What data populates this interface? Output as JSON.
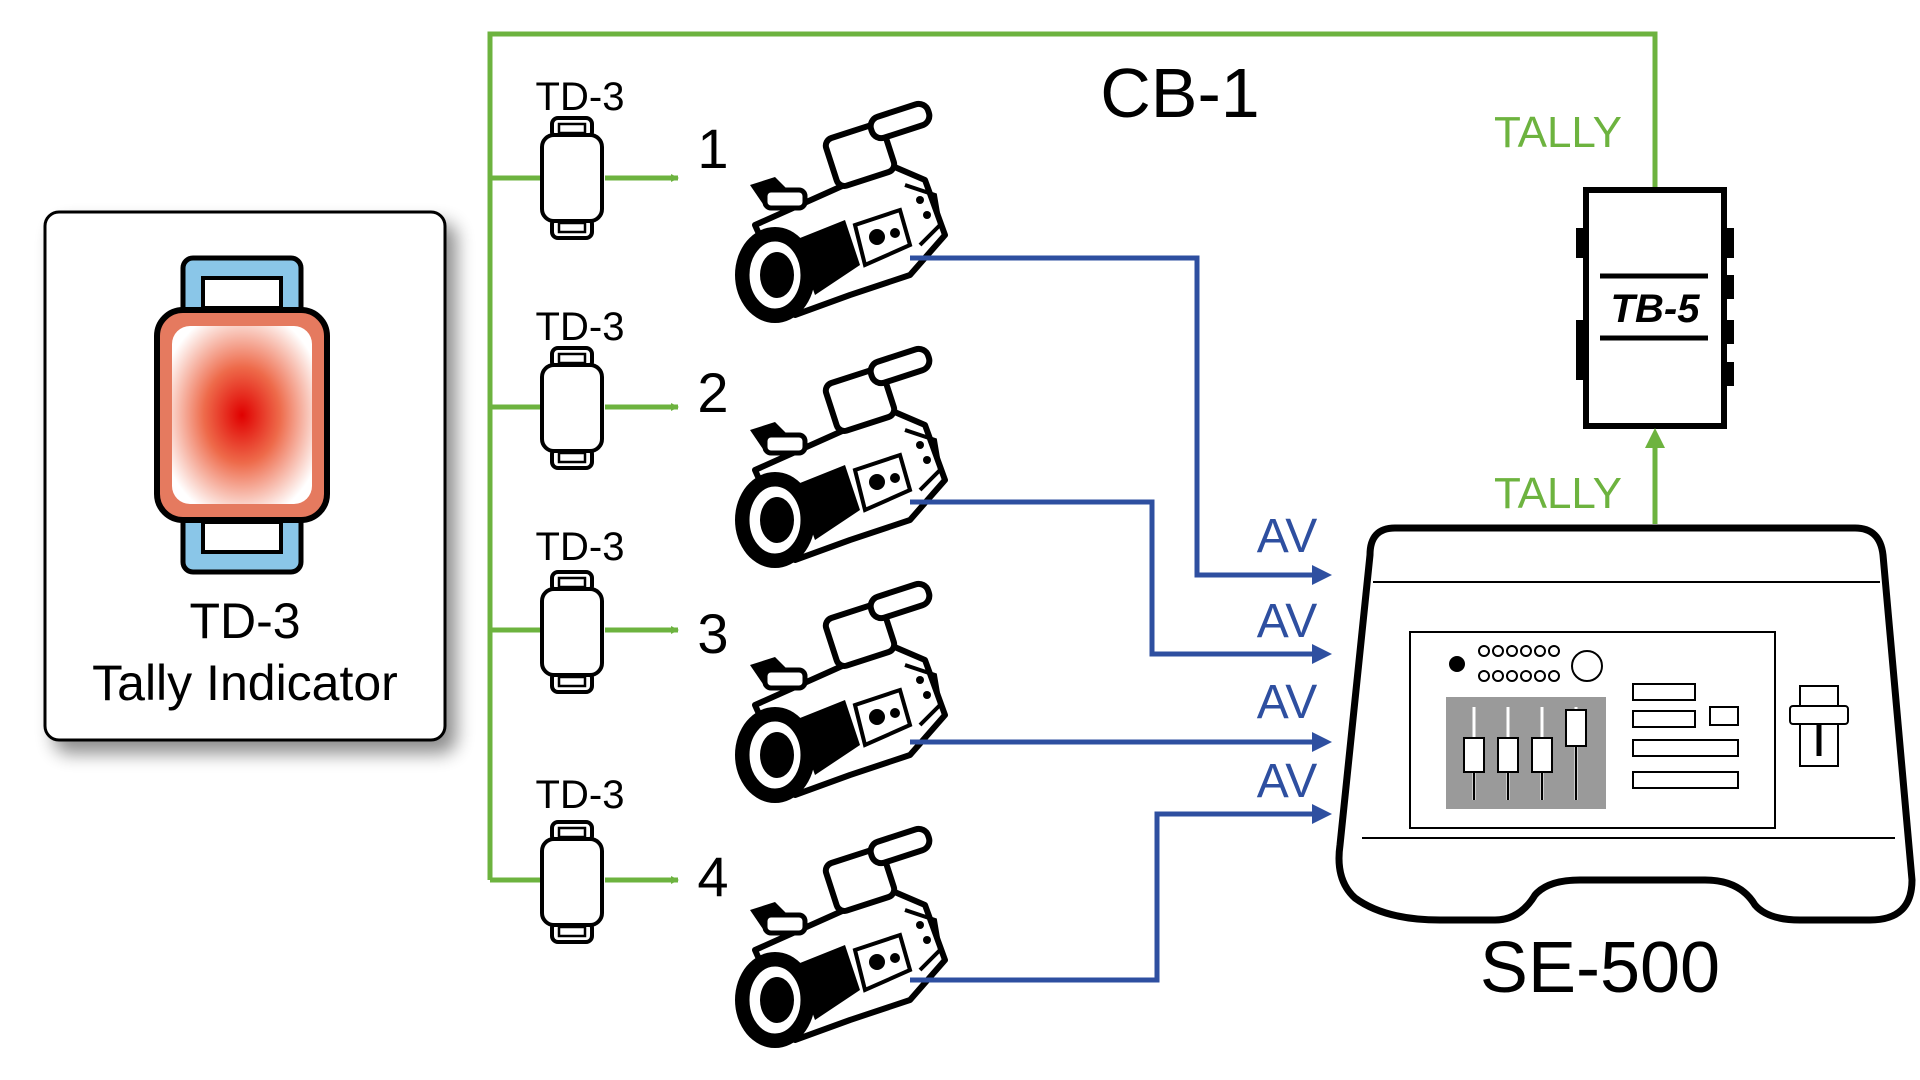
{
  "indicator_card": {
    "model": "TD-3",
    "caption": "Tally Indicator"
  },
  "bus": {
    "label": "CB-1",
    "tally_color": "#6db33f",
    "av_color": "#2e4fa0"
  },
  "cameras": [
    {
      "number": "1",
      "indicator_label": "TD-3"
    },
    {
      "number": "2",
      "indicator_label": "TD-3"
    },
    {
      "number": "3",
      "indicator_label": "TD-3"
    },
    {
      "number": "4",
      "indicator_label": "TD-3"
    }
  ],
  "tally_box": {
    "label": "TB-5"
  },
  "tally_labels": {
    "upper": "TALLY",
    "lower": "TALLY"
  },
  "av_labels": [
    "AV",
    "AV",
    "AV",
    "AV"
  ],
  "switcher": {
    "label": "SE-500"
  }
}
